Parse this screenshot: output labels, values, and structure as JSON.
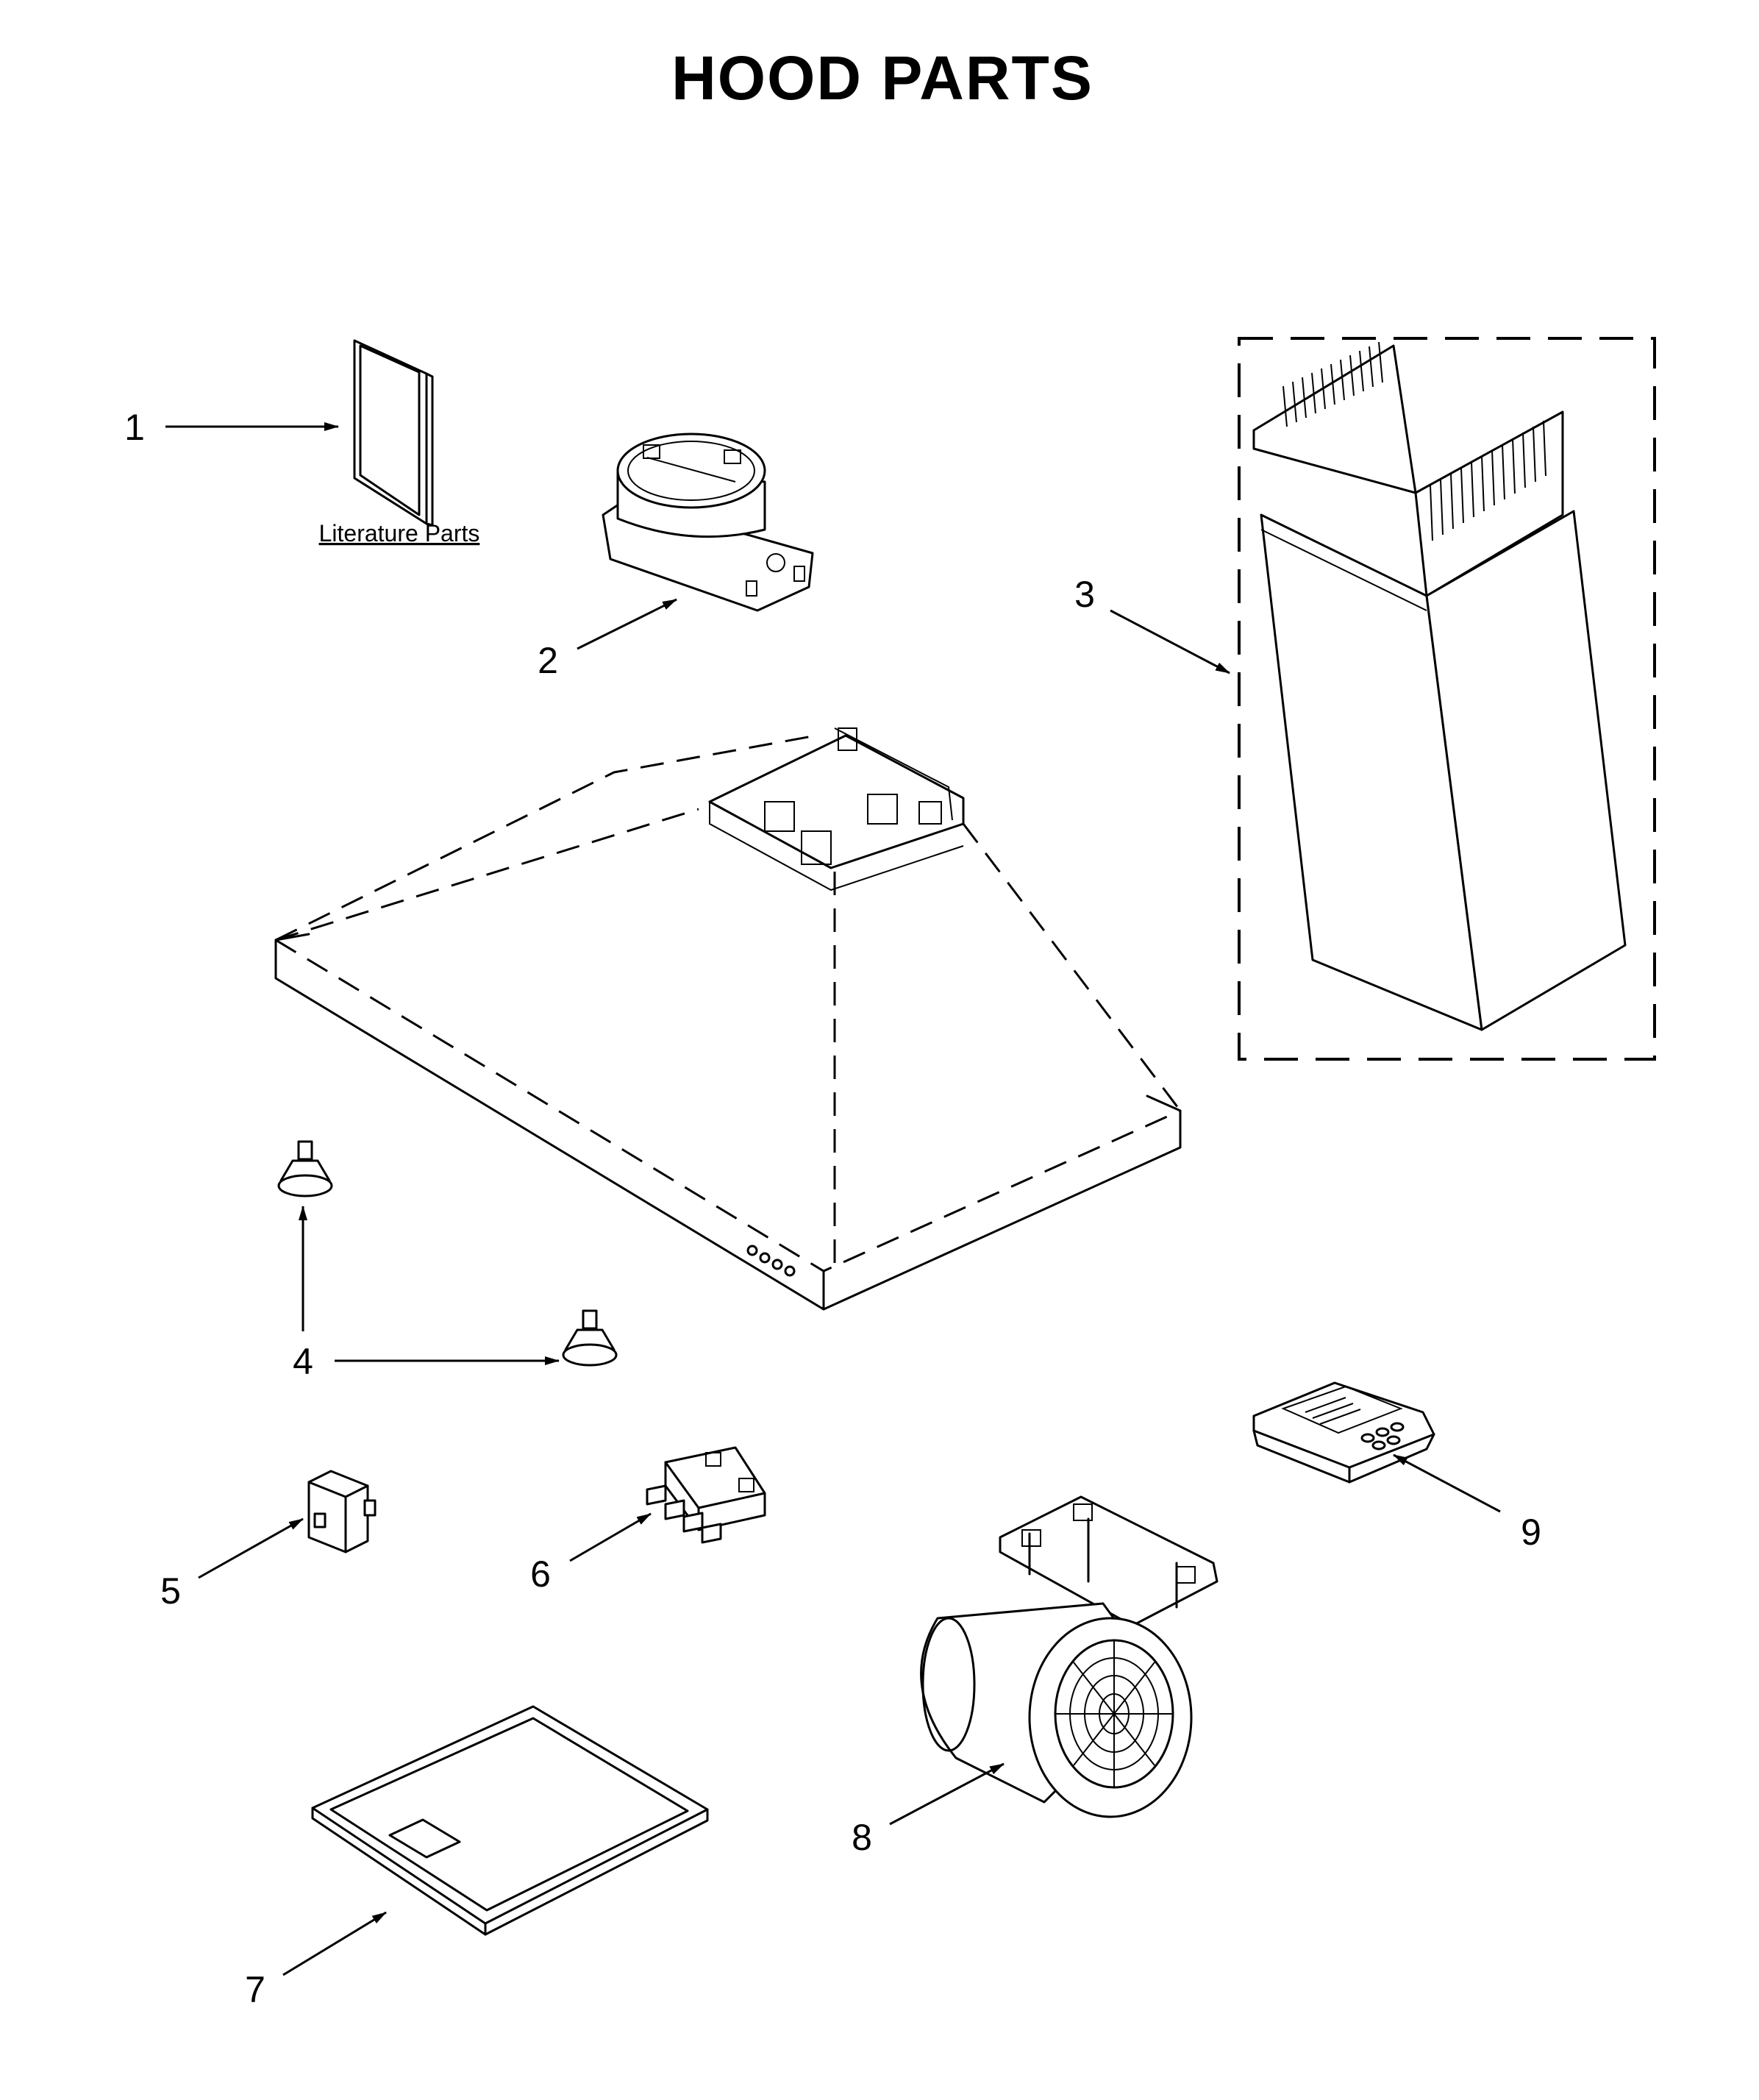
{
  "title": "HOOD PARTS",
  "literature_caption": "Literature Parts",
  "callouts": [
    {
      "number": "1",
      "part_icon": "literature-booklet-icon"
    },
    {
      "number": "2",
      "part_icon": "damper-collar-icon"
    },
    {
      "number": "3",
      "part_icon": "chimney-duct-cover-icon"
    },
    {
      "number": "4",
      "part_icon": "halogen-bulb-icon"
    },
    {
      "number": "5",
      "part_icon": "capacitor-icon"
    },
    {
      "number": "6",
      "part_icon": "switch-assembly-icon"
    },
    {
      "number": "7",
      "part_icon": "grease-filter-icon"
    },
    {
      "number": "8",
      "part_icon": "blower-motor-icon"
    },
    {
      "number": "9",
      "part_icon": "control-panel-icon"
    }
  ]
}
